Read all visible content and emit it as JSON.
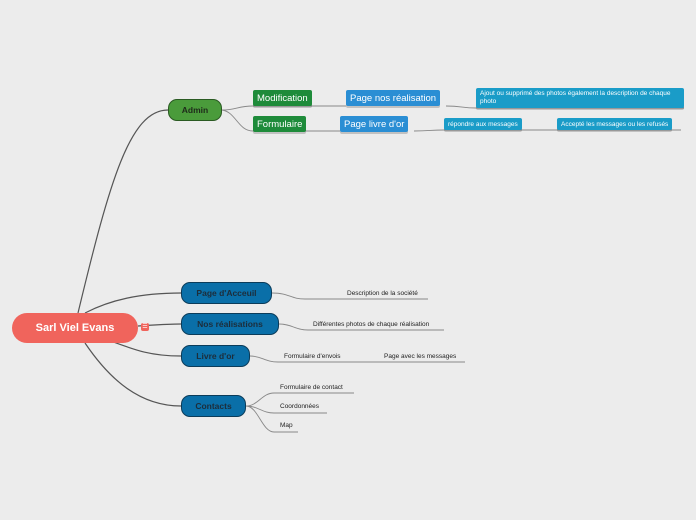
{
  "root": {
    "label": "Sarl Viel Evans",
    "collapse_icon": "list-icon"
  },
  "branches": {
    "admin": {
      "label": "Admin",
      "children": {
        "modification": {
          "label": "Modification",
          "page": "Page nos réalisation",
          "note": "Ajout ou supprimé des photos également la description de chaque photo"
        },
        "formulaire": {
          "label": "Formulaire",
          "page": "Page livre d'or",
          "action1": "répondre aux messages",
          "action2": "Accepté les messages ou les refusés"
        }
      }
    },
    "accueil": {
      "label": "Page d'Acceuil",
      "child": "Description de la société"
    },
    "realisations": {
      "label": "Nos réalisations",
      "child": "Différentes photos de chaque réalisation"
    },
    "livre": {
      "label": "Livre d'or",
      "child1": "Formulaire d'envois",
      "child2": "Page avec les messages"
    },
    "contacts": {
      "label": "Contacts",
      "children": [
        "Formulaire de contact",
        "Coordonnées",
        "Map"
      ]
    }
  },
  "colors": {
    "root": "#f0645c",
    "topic": "#0a6fa8",
    "admin": "#4a9b3b",
    "green_box": "#1e8b3a",
    "blue_box": "#2a8ed4",
    "teal_box": "#1a9cc8",
    "line": "#555555"
  }
}
